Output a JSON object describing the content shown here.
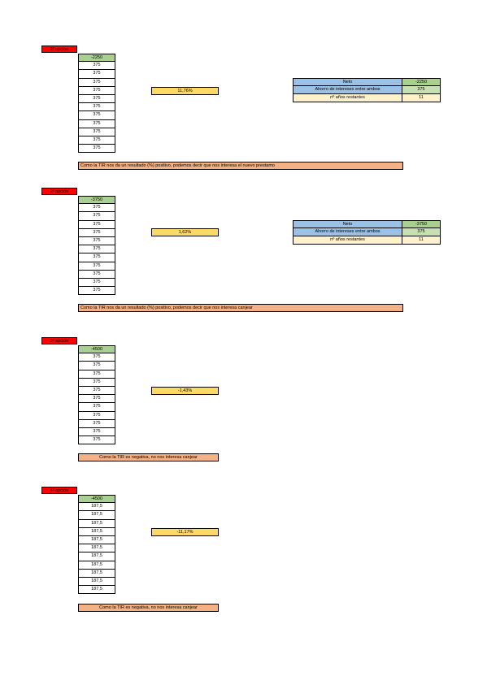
{
  "sections": [
    {
      "label": "1ª opción",
      "values": [
        "-2250",
        "375",
        "375",
        "375",
        "375",
        "375",
        "375",
        "375",
        "375",
        "375",
        "375",
        "375"
      ],
      "result": "11,76%",
      "note": "Como la TIR nos da un resultado (%) positivo, podemos decir que nos interesa el nuevo prestamo",
      "table": {
        "neto_label": "Neto",
        "neto_value": "-2250",
        "ahorro_label": "Ahorro de intereses entre ambos",
        "ahorro_value": "375",
        "anos_label": "nº años restantes",
        "anos_value": "11"
      }
    },
    {
      "label": "2ª opción",
      "values": [
        "-3750",
        "375",
        "375",
        "375",
        "375",
        "375",
        "375",
        "375",
        "375",
        "375",
        "375",
        "375"
      ],
      "result": "1,62%",
      "note": "Como la TIR nos da un resultado (%) positivo, podemos decir que nos interesa canjear",
      "table": {
        "neto_label": "Neto",
        "neto_value": "-3750",
        "ahorro_label": "Ahorro de intereses entre ambos",
        "ahorro_value": "375",
        "anos_label": "nº años restantes",
        "anos_value": "11"
      }
    },
    {
      "label": "3ª opción",
      "values": [
        "-4500",
        "375",
        "375",
        "375",
        "375",
        "375",
        "375",
        "375",
        "375",
        "375",
        "375",
        "375"
      ],
      "result": "-1,43%",
      "note": "Como la TIR es negativa, no nos interesa canjear"
    },
    {
      "label": "4ª opción",
      "values": [
        "-4500",
        "187,5",
        "187,5",
        "187,5",
        "187,5",
        "187,5",
        "187,5",
        "187,5",
        "187,5",
        "187,5",
        "187,5",
        "187,5"
      ],
      "result": "-11,17%",
      "note": "Como la TIR es negativa, no nos interesa canjear"
    }
  ]
}
